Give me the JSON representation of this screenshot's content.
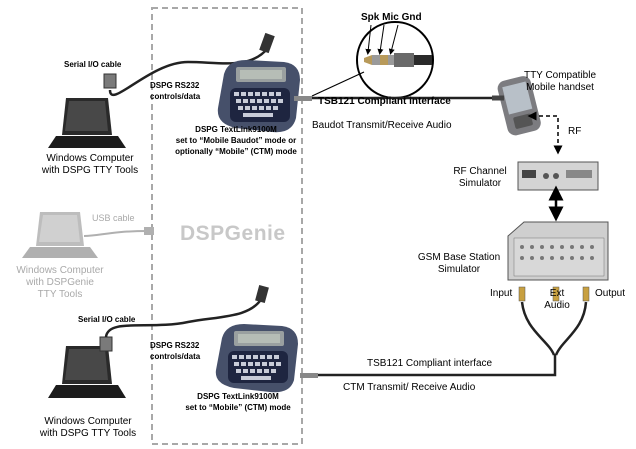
{
  "labels": {
    "serial_cable_top": "Serial I/O cable",
    "serial_cable_bottom": "Serial I/O cable",
    "usb_cable": "USB cable",
    "rs232_top_1": "DSPG RS232",
    "rs232_top_2": "controls/data",
    "rs232_bottom_1": "DSPG RS232",
    "rs232_bottom_2": "controls/data",
    "textlink_top_1": "DSPG TextLink9100M",
    "textlink_top_2": "set to “Mobile Baudot” mode or",
    "textlink_top_3": "optionally “Mobile” (CTM) mode",
    "textlink_bottom_1": "DSPG TextLink9100M",
    "textlink_bottom_2": "set to “Mobile” (CTM) mode",
    "win_top_1": "Windows Computer",
    "win_top_2": "with DSPG TTY Tools",
    "win_mid_1": "Windows Computer",
    "win_mid_2": "with DSPGenie",
    "win_mid_3": "TTY Tools",
    "win_bottom_1": "Windows Computer",
    "win_bottom_2": "with DSPG TTY Tools",
    "dspgenie": "DSPGenie",
    "spk_mic_gnd": "Spk Mic Gnd",
    "tsb_top": "TSB121 Compliant interface",
    "baudot_audio": "Baudot Transmit/Receive Audio",
    "tty_handset_1": "TTY Compatible",
    "tty_handset_2": "Mobile handset",
    "rf": "RF",
    "rf_sim_1": "RF Channel",
    "rf_sim_2": "Simulator",
    "gsm_1": "GSM Base Station",
    "gsm_2": "Simulator",
    "input": "Input",
    "ext_audio_1": "Ext",
    "ext_audio_2": "Audio",
    "output": "Output",
    "tsb_bottom": "TSB121 Compliant interface",
    "ctm_audio": "CTM Transmit/ Receive Audio"
  },
  "colors": {
    "laptop": "#2a2a2a",
    "laptop_ghost": "#b8b8b8",
    "device": "#46506a",
    "keys": "#1e2540",
    "equipment": "#d4d4d4",
    "dashed_box": "#a8a8a8"
  }
}
